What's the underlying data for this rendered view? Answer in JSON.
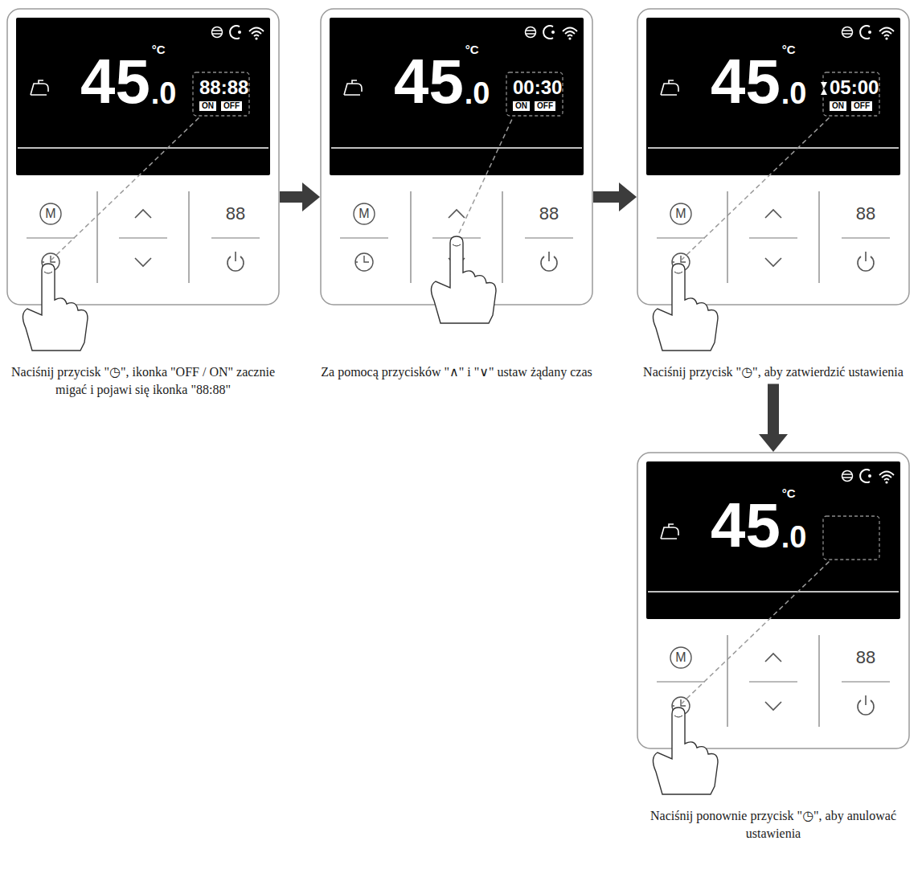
{
  "diagram": {
    "nodes": [
      {
        "text": [
          "45",
          ".0",
          "°C",
          "88:88",
          "ON",
          "OFF",
          "M",
          "88",
          "Naciśnij przycisk \"◷\", ikonka \"OFF / ON\" zacznie migać i pojawi się ikonka \"88:88\""
        ]
      },
      {
        "text": [
          "45",
          ".0",
          "°C",
          "00:30",
          "ON",
          "OFF",
          "M",
          "88",
          "Za pomocą przycisków \"∧\" i \"∨\" ustaw żądany czas"
        ]
      },
      {
        "text": [
          "45",
          ".0",
          "°C",
          "05:00",
          "ON",
          "OFF",
          "M",
          "88",
          "Naciśnij przycisk \"◷\", aby zatwierdzić ustawienia"
        ]
      },
      {
        "text": [
          "45",
          ".0",
          "°C",
          "M",
          "88",
          "Naciśnij ponownie przycisk \"◷\", aby anulować ustawienia"
        ]
      }
    ],
    "edges": [
      {
        "from": 0,
        "to": 1,
        "arrow": "to"
      },
      {
        "from": 1,
        "to": 2,
        "arrow": "to"
      },
      {
        "from": 2,
        "to": 3,
        "arrow": "to"
      }
    ]
  }
}
